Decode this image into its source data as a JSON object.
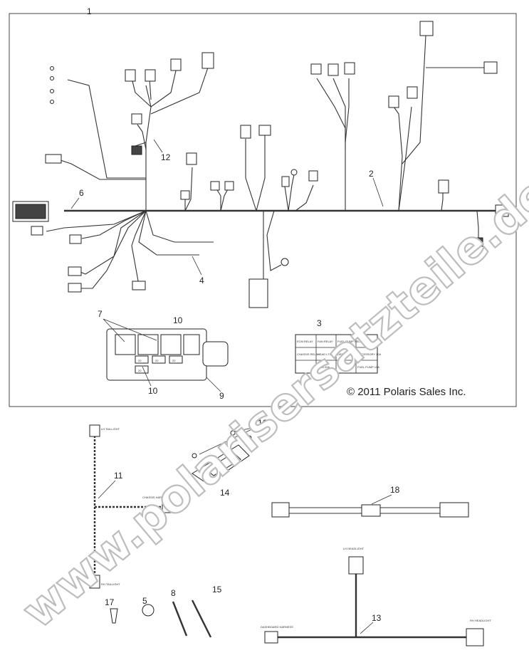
{
  "copyright": "© 2011 Polaris Sales Inc.",
  "watermark": "www.polarisersatzteile.de",
  "callouts": [
    "1",
    "2",
    "3",
    "4",
    "5",
    "6",
    "7",
    "8",
    "9",
    "10",
    "10",
    "11",
    "12",
    "13",
    "14",
    "15",
    "16",
    "17",
    "18"
  ],
  "relay_table": {
    "rows": [
      [
        "ECM RELAY",
        "FAN RELAY",
        "FUEL PUMP RELAY",
        ""
      ],
      [
        "CHASSIS RELAY",
        "HEAD LTS 15A",
        "DRIVE 20A",
        "ACCESSORY 20A"
      ],
      [
        "",
        "ECM 20A",
        "",
        "FUEL PUMP 15A"
      ]
    ]
  },
  "fuse_labels": [
    "20",
    "20",
    "20",
    "20"
  ],
  "connector_labels": {
    "lh_taillight": "LH TAILLIGHT",
    "rh_taillight": "RH TAILLIGHT",
    "chassis_harness": "CHASSIS HARNESS",
    "lh_headlight": "LH HEADLIGHT",
    "rh_headlight": "RH HEADLIGHT",
    "dashboard_harness": "DASHBOARD HARNESS"
  }
}
